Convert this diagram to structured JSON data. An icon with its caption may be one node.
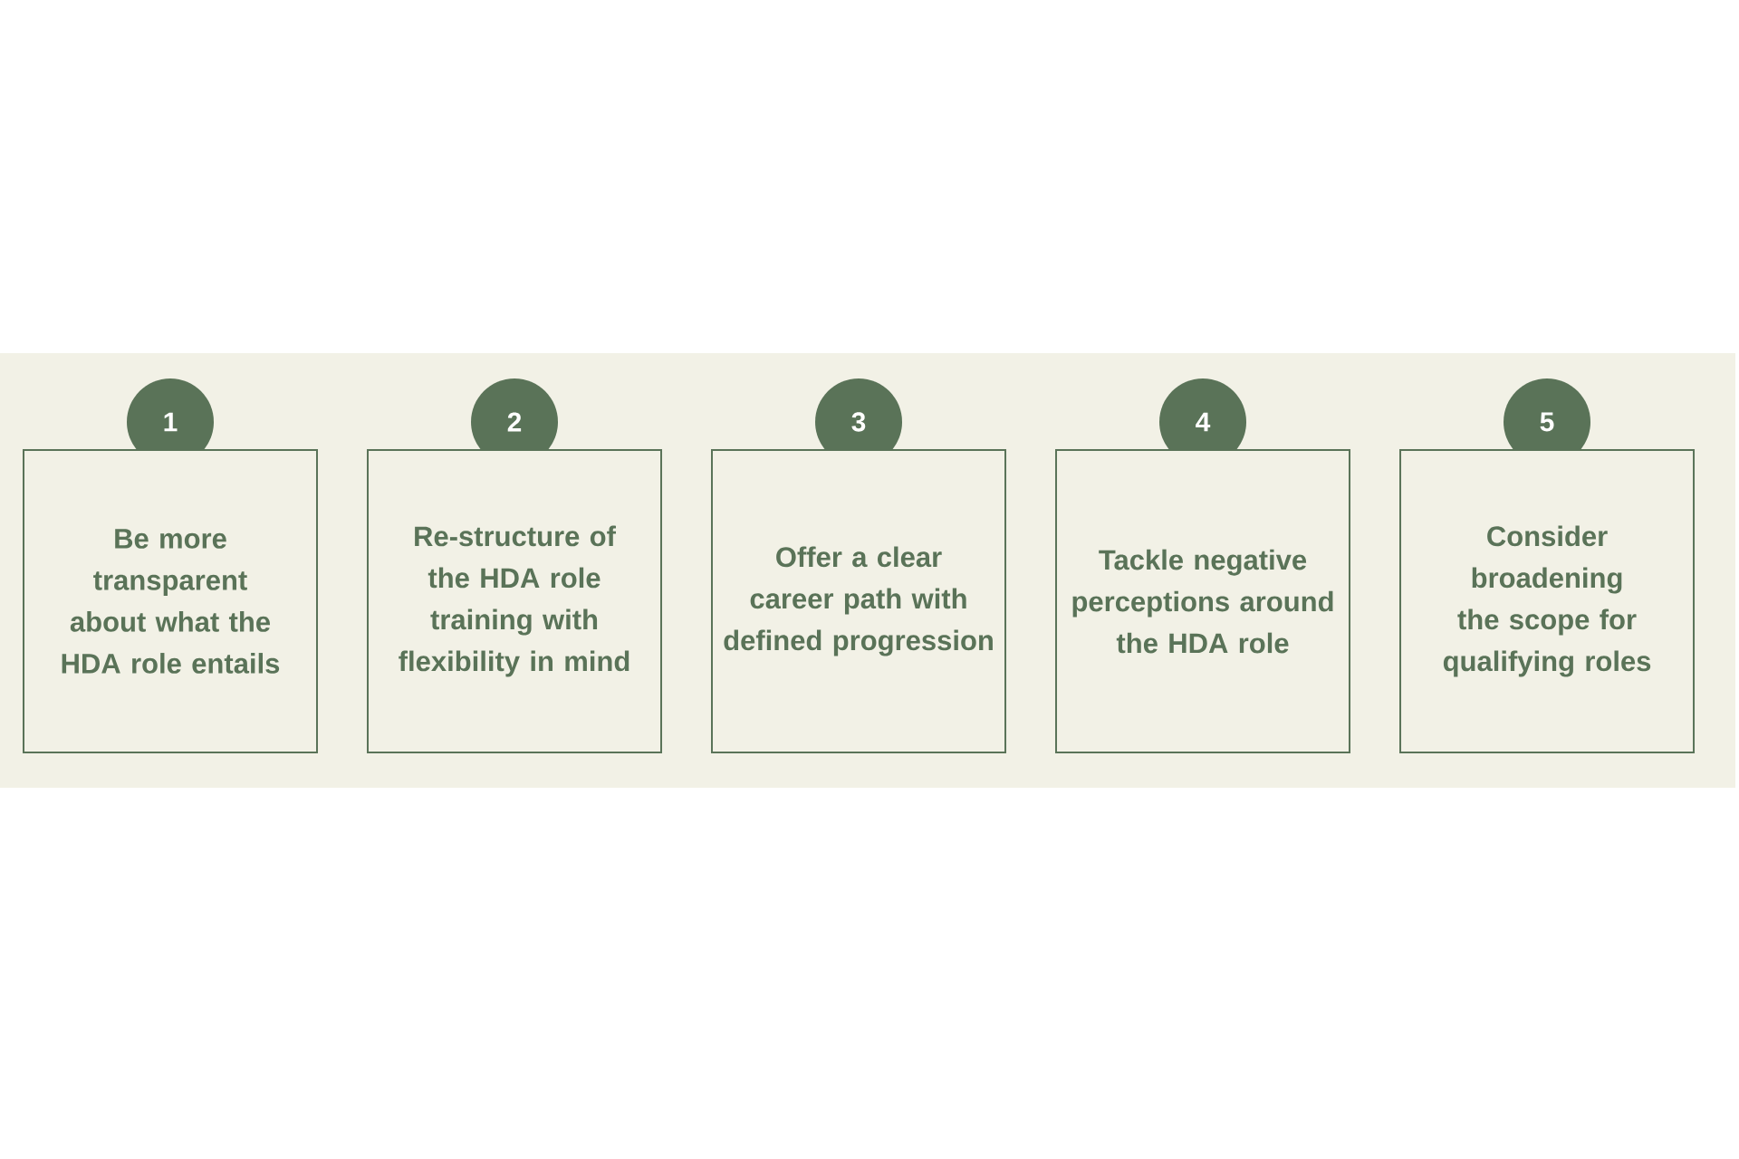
{
  "diagram": {
    "nodes": [
      {
        "text": [
          "1"
        ]
      },
      {
        "text": [
          "Be more transparent about what the HDA role entails"
        ]
      },
      {
        "text": [
          "2"
        ]
      },
      {
        "text": [
          "Re-structure of the HDA role training with flexibility in mind"
        ]
      },
      {
        "text": [
          "3"
        ]
      },
      {
        "text": [
          "Offer a clear career path with defined progression"
        ]
      },
      {
        "text": [
          "4"
        ]
      },
      {
        "text": [
          "Tackle negative perceptions around the HDA role"
        ]
      },
      {
        "text": [
          "5"
        ]
      },
      {
        "text": [
          "Consider broadening the scope for qualifying roles"
        ]
      }
    ]
  }
}
